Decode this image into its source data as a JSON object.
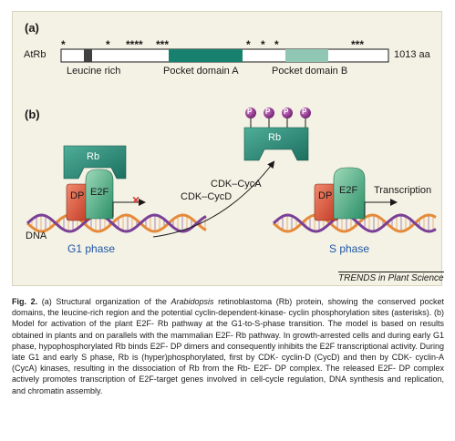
{
  "panel_a": {
    "label": "(a)",
    "protein": "AtRb",
    "length": "1013 aa",
    "domains": {
      "leucine_rich": "Leucine rich",
      "pocket_a": "Pocket domain A",
      "pocket_b": "Pocket domain B"
    },
    "asterisk_groups": [
      "*",
      "*",
      "****",
      "***",
      "*",
      "*",
      "*",
      "***"
    ]
  },
  "panel_b": {
    "label": "(b)",
    "rb": "Rb",
    "dp": "DP",
    "e2f": "E2F",
    "phosphate": "P",
    "cdk_cyca": "CDK–CycA",
    "cdk_cycd": "CDK–CycD",
    "transcription": "Transcription",
    "dna": "DNA",
    "g1_phase": "G1 phase",
    "s_phase": "S phase",
    "block_mark": "×"
  },
  "source": "TRENDS in Plant Science",
  "caption": {
    "fig_label": "Fig. 2.",
    "part1": " (a) Structural organization of the ",
    "species": "Arabidopsis",
    "part2": " retinoblastoma (Rb) protein, showing the conserved pocket domains, the leucine-rich region and the potential cyclin-dependent-kinase- cyclin phosphorylation sites (asterisks). (b) Model for activation of the plant E2F- Rb pathway at the G1-to-S-phase transition. The model is based on results obtained in plants and on parallels with the mammalian E2F- Rb pathway. In growth-arrested cells and during early G1 phase, hypophosphorylated Rb binds E2F- DP dimers and consequently inhibits the E2F transcriptional activity. During late G1 and early S phase, Rb is (hyper)phosphorylated, first by CDK- cyclin-D (CycD) and then by CDK- cyclin-A (CycA) kinases, resulting in the dissociation of Rb from the Rb- E2F- DP complex. The released E2F- DP complex actively promotes transcription of E2F-target genes involved in cell-cycle regulation, DNA synthesis and replication, and chromatin assembly."
  },
  "colors": {
    "panel_bg": "#f4f2e4",
    "rb_green": "#2f8d7c",
    "pocket_a": "#17806f",
    "pocket_b": "#8fc6b4",
    "leucine": "#404040",
    "dp_red": "#d94a33",
    "e2f_green": "#4aa582",
    "phosphate_purple": "#8a2c86",
    "dna_orange": "#e58a3a",
    "dna_purple": "#7a3f97",
    "phase_blue": "#1f56a8",
    "block_red": "#d9342b"
  }
}
